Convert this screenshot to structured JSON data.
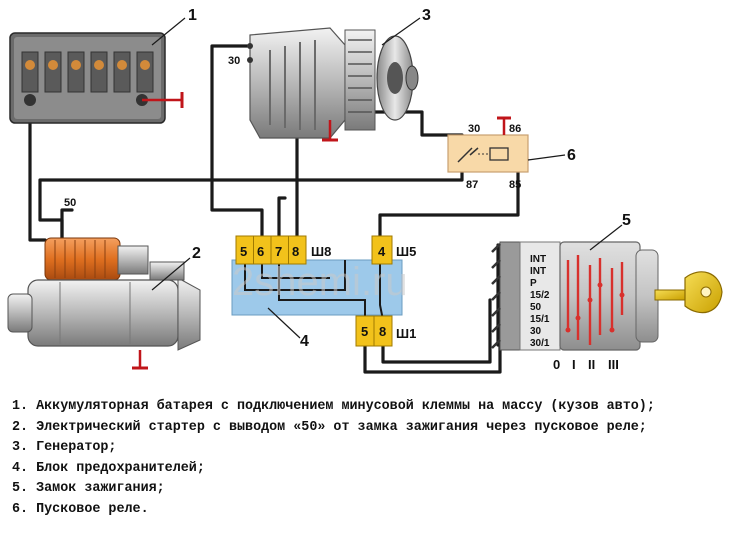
{
  "watermark": "2shemi.ru",
  "callouts": {
    "battery": "1",
    "starter": "2",
    "generator": "3",
    "fuse_block": "4",
    "ignition_switch": "5",
    "relay": "6"
  },
  "terminals": {
    "generator_30": "30",
    "starter_50": "50",
    "relay_30": "30",
    "relay_86": "86",
    "relay_87": "87",
    "relay_85": "85"
  },
  "connectors": {
    "sh8": "Ш8",
    "sh5": "Ш5",
    "sh1": "Ш1"
  },
  "fuse_pins": {
    "sh8": [
      "5",
      "6",
      "7",
      "8"
    ],
    "sh5": [
      "4"
    ],
    "sh1": [
      "5",
      "8"
    ]
  },
  "ignition": {
    "pins": [
      "INT",
      "INT",
      "P",
      "15/2",
      "50",
      "15/1",
      "30",
      "30/1"
    ],
    "positions": [
      "0",
      "I",
      "II",
      "III"
    ]
  },
  "colors": {
    "wire": "#1a1a1a",
    "fuse_block": "#9dc9ea",
    "connector": "#f2c21b",
    "relay": "#f8d9a8",
    "ignition_contacts": "#d8302c",
    "starter_solenoid": "#e07020",
    "ground": "#c0151a"
  },
  "legend": [
    "1. Аккумуляторная батарея с подключением минусовой клеммы на массу (кузов авто);",
    "2. Электрический стартер с выводом «50» от замка зажигания через пусковое реле;",
    "3. Генератор;",
    "4. Блок предохранителей;",
    "5. Замок зажигания;",
    "6. Пусковое реле."
  ]
}
